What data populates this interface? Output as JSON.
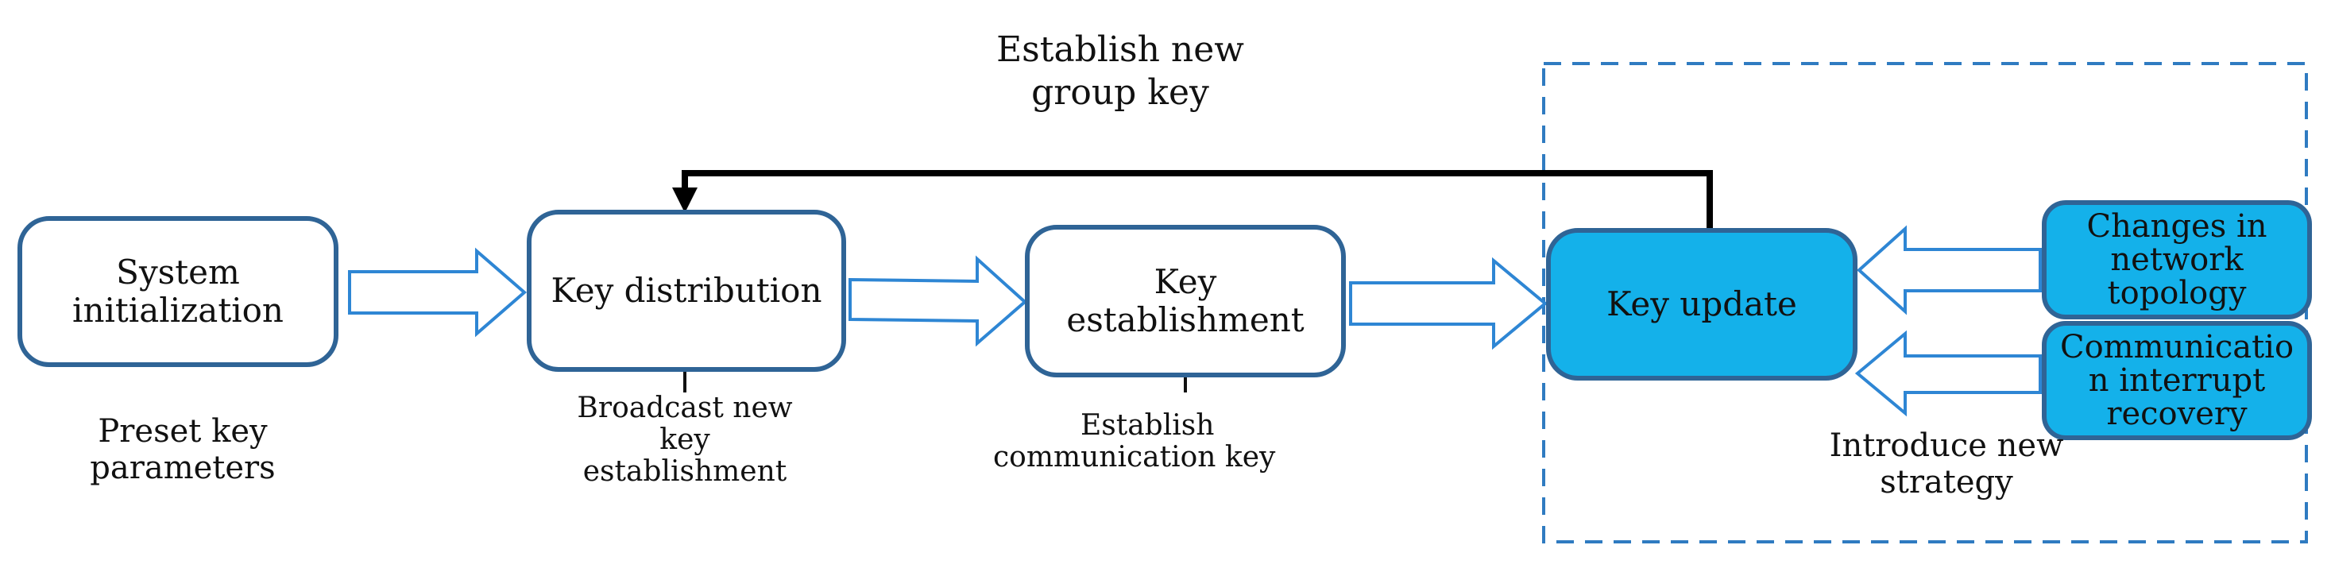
{
  "title": {
    "line1": "Establish new",
    "line2": "group key"
  },
  "boxes": {
    "system_init": {
      "line1": "System",
      "line2": "initialization"
    },
    "key_distribution": {
      "label": "Key distribution"
    },
    "key_establishment": {
      "line1": "Key",
      "line2": "establishment"
    },
    "key_update": {
      "label": "Key update"
    },
    "topology_change": {
      "line1": "Changes in",
      "line2": "network",
      "line3": "topology"
    },
    "interrupt_recovery": {
      "line1": "Communicatio",
      "line2": "n interrupt",
      "line3": "recovery"
    }
  },
  "annotations": {
    "preset": {
      "line1": "Preset key",
      "line2": "parameters"
    },
    "broadcast": {
      "line1": "Broadcast new",
      "line2": "key",
      "line3": "establishment"
    },
    "establish_comm": {
      "line1": "Establish",
      "line2": "communication key"
    },
    "new_strategy": {
      "line1": "Introduce new",
      "line2": "strategy"
    }
  },
  "colors": {
    "box_border": "#2f6496",
    "highlight_fill": "#14b1ea",
    "arrow_outline": "#2e86d4",
    "frame": "#2f7bc1",
    "feedback_arrow": "#000000"
  }
}
